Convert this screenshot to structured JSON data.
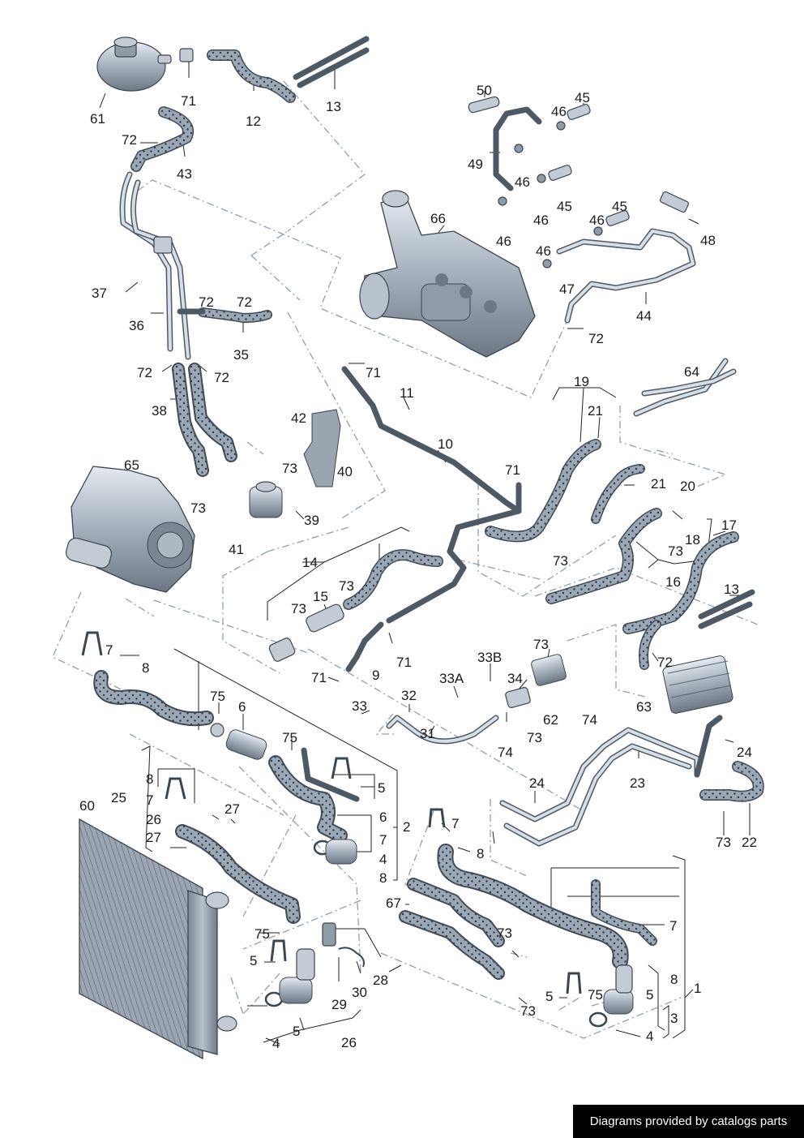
{
  "colors": {
    "hose_fill": "#9aa7b4",
    "hose_outline": "#3f4c58",
    "part_fill": "#c3ccd5",
    "dash_line": "#8ea0b0",
    "credit_bg": "#000000",
    "credit_text": "#ffffff"
  },
  "callouts": {
    "c61": "61",
    "c71a": "71",
    "c12": "12",
    "c13a": "13",
    "c72a": "72",
    "c43": "43",
    "c50": "50",
    "c45a": "45",
    "c46a": "46",
    "c49": "49",
    "c46b": "46",
    "c45b": "45",
    "c46c": "46",
    "c66": "66",
    "c46d": "46",
    "c45c": "45",
    "c46e": "46",
    "c48": "48",
    "c46f": "46",
    "c47": "47",
    "c44": "44",
    "c72b": "72",
    "c37": "37",
    "c36": "36",
    "c72c": "72",
    "c72d": "72",
    "c35": "35",
    "c72e": "72",
    "c72f": "72",
    "c71b": "71",
    "c11": "11",
    "c38": "38",
    "c42": "42",
    "c10": "10",
    "c19": "19",
    "c21a": "21",
    "c64": "64",
    "c73a": "73",
    "c40": "40",
    "c71c": "71",
    "c21b": "21",
    "c20": "20",
    "c65": "65",
    "c73b": "73",
    "c39": "39",
    "c41": "41",
    "c18": "18",
    "c17": "17",
    "c73c": "73",
    "c73d": "73",
    "c16": "16",
    "c14": "14",
    "c15": "15",
    "c73e": "73",
    "c73f": "73",
    "c13b": "13",
    "c71d": "71",
    "c9": "9",
    "c72g": "72",
    "c7a": "7",
    "c8a": "8",
    "c33b": "33B",
    "c73g": "73",
    "c33a": "33A",
    "c34": "34",
    "c63": "63",
    "c71e": "71",
    "c32": "32",
    "c62": "62",
    "c74a": "74",
    "c75a": "75",
    "c6a": "6",
    "c33": "33",
    "c31": "31",
    "c73h": "73",
    "c74b": "74",
    "c75b": "75",
    "c24a": "24",
    "c23": "23",
    "c8b": "8",
    "c5a": "5",
    "c25": "25",
    "c7b": "7",
    "c26a": "26",
    "c27a": "27",
    "c27b": "27",
    "c6b": "6",
    "c2": "2",
    "c7c": "7",
    "c24b": "24",
    "c60": "60",
    "c7d": "7",
    "c4a": "4",
    "c8c": "8",
    "c8d": "8",
    "c73i": "73",
    "c22": "22",
    "c67": "67",
    "c7e": "7",
    "c75c": "75",
    "c73j": "73",
    "c5b": "5",
    "c28": "28",
    "c30": "30",
    "c29": "29",
    "c5c": "5",
    "c4b": "4",
    "c26b": "26",
    "c73k": "73",
    "c5d": "5",
    "c75d": "75",
    "c5e": "5",
    "c8e": "8",
    "c1": "1",
    "c3": "3",
    "c4c": "4"
  },
  "credit": "Diagrams provided by catalogs parts"
}
